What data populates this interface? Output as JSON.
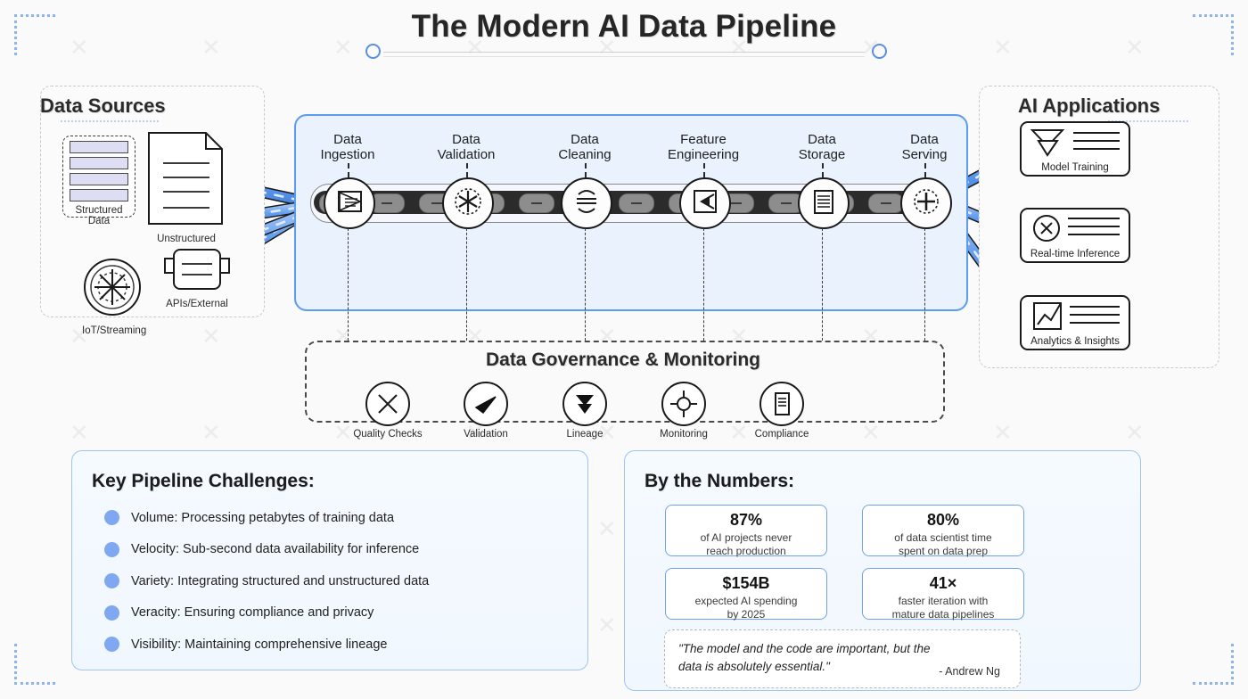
{
  "title": "The Modern AI Data Pipeline",
  "data_sources": {
    "heading": "Data Sources",
    "items": [
      {
        "label": "Structured Data",
        "icon": "table-icon"
      },
      {
        "label": "Unstructured",
        "icon": "document-icon"
      },
      {
        "label": "APIs/External",
        "icon": "api-server-icon"
      },
      {
        "label": "IoT/Streaming",
        "icon": "radar-icon"
      }
    ]
  },
  "pipeline": {
    "stages": [
      {
        "line1": "Data",
        "line2": "Ingestion",
        "icon": "funnel-icon"
      },
      {
        "line1": "Data",
        "line2": "Validation",
        "icon": "asterisk-check-icon"
      },
      {
        "line1": "Data",
        "line2": "Cleaning",
        "icon": "filter-waves-icon"
      },
      {
        "line1": "Feature",
        "line2": "Engineering",
        "icon": "transform-arrow-icon"
      },
      {
        "line1": "Data",
        "line2": "Storage",
        "icon": "database-stack-icon"
      },
      {
        "line1": "Data",
        "line2": "Serving",
        "icon": "plus-target-icon"
      }
    ]
  },
  "governance": {
    "heading": "Data Governance & Monitoring",
    "items": [
      {
        "label": "Quality Checks",
        "icon": "x-cross-icon"
      },
      {
        "label": "Validation",
        "icon": "cursor-arrow-icon"
      },
      {
        "label": "Lineage",
        "icon": "double-chevron-down-icon"
      },
      {
        "label": "Monitoring",
        "icon": "crosshair-icon"
      },
      {
        "label": "Compliance",
        "icon": "clipboard-icon"
      }
    ]
  },
  "ai_applications": {
    "heading": "AI Applications",
    "items": [
      {
        "label": "Model Training",
        "icon": "funnel-layers-icon"
      },
      {
        "label": "Real-time Inference",
        "icon": "circle-x-icon"
      },
      {
        "label": "Analytics & Insights",
        "icon": "line-chart-icon"
      }
    ]
  },
  "challenges": {
    "heading": "Key Pipeline Challenges:",
    "items": [
      "Volume: Processing petabytes of training data",
      "Velocity: Sub-second data availability for inference",
      "Variety: Integrating structured and unstructured data",
      "Veracity: Ensuring compliance and privacy",
      "Visibility: Maintaining comprehensive lineage"
    ]
  },
  "numbers": {
    "heading": "By the Numbers:",
    "stats": [
      {
        "value": "87%",
        "desc_line1": "of AI projects never",
        "desc_line2": "reach production"
      },
      {
        "value": "80%",
        "desc_line1": "of data scientist time",
        "desc_line2": "spent on data prep"
      },
      {
        "value": "$154B",
        "desc_line1": "expected AI spending",
        "desc_line2": "by 2025"
      },
      {
        "value": "41×",
        "desc_line1": "faster iteration with",
        "desc_line2": "mature data pipelines"
      }
    ],
    "quote": {
      "line1": "\"The model and the code are important, but the",
      "line2": "data is absolutely essential.\"",
      "author": "- Andrew Ng"
    }
  },
  "colors": {
    "accent_blue": "#5b9bf0",
    "panel_fill": "#e9f2fd",
    "bullet_blue": "#7fa8f0",
    "connector_blue": "#6aa4ef",
    "page_bg": "#fafafa",
    "ink": "#1a1a1a"
  }
}
